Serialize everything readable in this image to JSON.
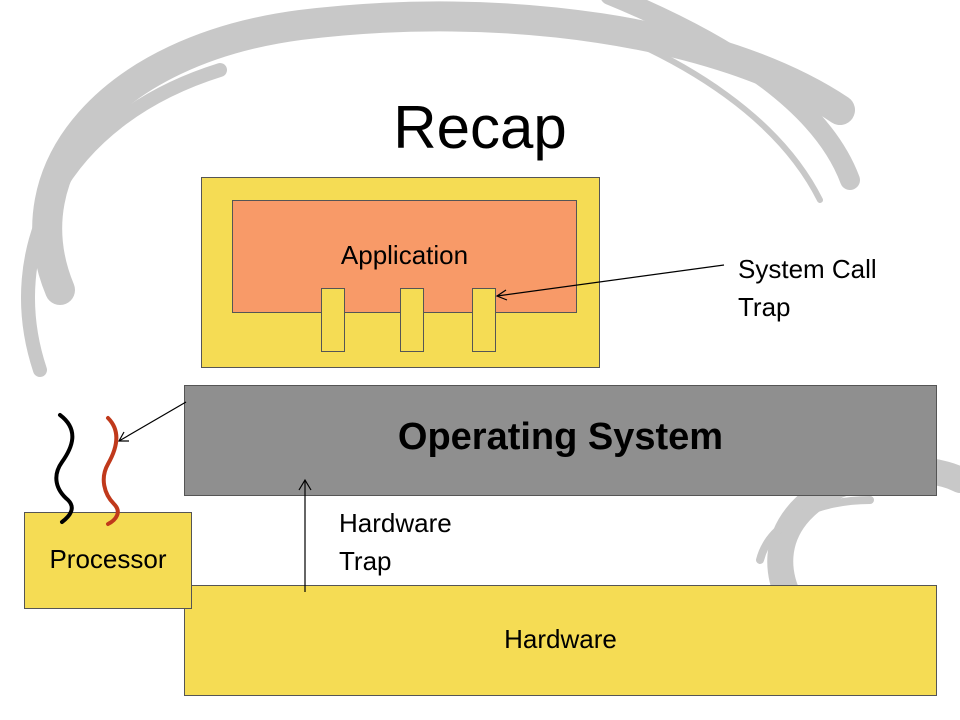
{
  "title": "Recap",
  "application": {
    "label": "Application"
  },
  "os": {
    "label": "Operating System"
  },
  "hardware": {
    "label": "Hardware"
  },
  "processor": {
    "label": "Processor"
  },
  "system_call": {
    "line1": "System Call",
    "line2": "Trap"
  },
  "hardware_trap": {
    "line1": "Hardware",
    "line2": "Trap"
  },
  "colors": {
    "yellow": "#f5dc54",
    "salmon": "#f89a68",
    "os_gray": "#8f8f8f",
    "thread_black": "#000000",
    "thread_red": "#c0391b"
  }
}
